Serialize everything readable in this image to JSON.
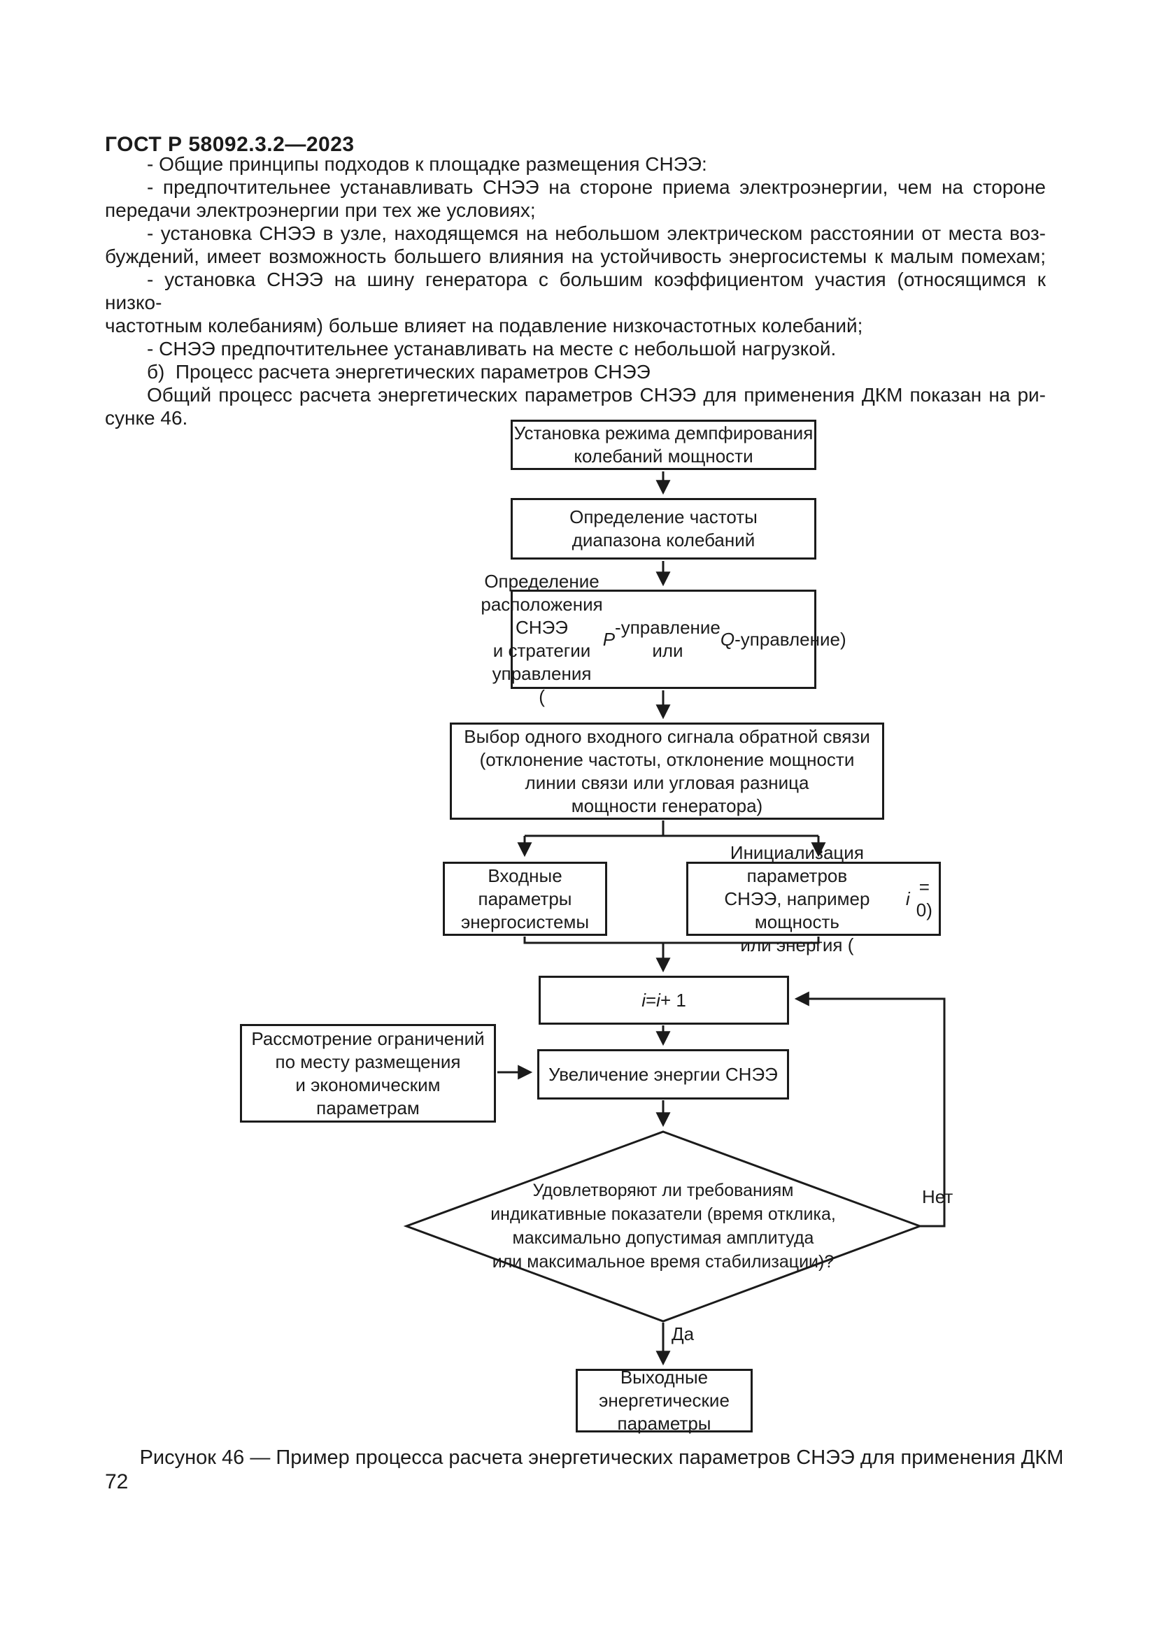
{
  "page": {
    "header": "ГОСТ Р 58092.3.2—2023",
    "page_number": "72"
  },
  "body": {
    "lines": [
      "- Общие принципы подходов к площадке размещения СНЭЭ:",
      "- предпочтительнее устанавливать СНЭЭ на стороне приема электроэнергии, чем на стороне",
      "передачи электроэнергии при тех же условиях;",
      "- установка СНЭЭ в узле, находящемся на небольшом электрическом расстоянии от места воз-",
      "буждений, имеет возможность большего влияния на устойчивость энергосистемы к малым помехам;",
      "- установка СНЭЭ на шину генератора с большим коэффициентом участия (относящимся к низко-",
      "частотным колебаниям) больше влияет на подавление низкочастотных колебаний;",
      "- СНЭЭ предпочтительнее устанавливать на месте с небольшой нагрузкой.",
      "б)  Процесс расчета энергетических параметров СНЭЭ",
      "Общий процесс расчета энергетических параметров СНЭЭ для применения ДКМ показан на ри-",
      "сунке 46."
    ]
  },
  "flowchart": {
    "set_damping_mode": "Установка режима демпфирования\nколебаний мощности",
    "define_frequency": "Определение частоты\nдиапазона колебаний",
    "define_location": "Определение расположения СНЭЭ\nи стратегии управления\n(*P*-управление или *Q*-управление)",
    "select_feedback_signal": "Выбор одного входного сигнала обратной связи\n(отклонение частоты, отклонение мощности\nлинии связи или угловая разница\nмощности генератора)",
    "input_parameters": "Входные\nпараметры\nэнергосистемы",
    "init_parameters": "Инициализация параметров\nСНЭЭ, например мощность\nили энергия (*i* = 0)",
    "iterate": "*i* = *i* + 1",
    "constraints": "Рассмотрение ограничений\nпо месту размещения\nи экономическим параметрам",
    "increase_energy": "Увеличение энергии СНЭЭ",
    "decision": "Удовлетворяют ли требованиям\nиндикативные показатели (время отклика,\nмаксимально допустимая амплитуда\nили максимальное время стабилизации)?",
    "output_parameters": "Выходные\nэнергетические\nпараметры",
    "labels": {
      "yes": "Да",
      "no": "Нет"
    },
    "line_color": "#1b1b1b"
  },
  "caption": "Рисунок 46 — Пример процесса расчета энергетических параметров СНЭЭ для применения ДКМ"
}
